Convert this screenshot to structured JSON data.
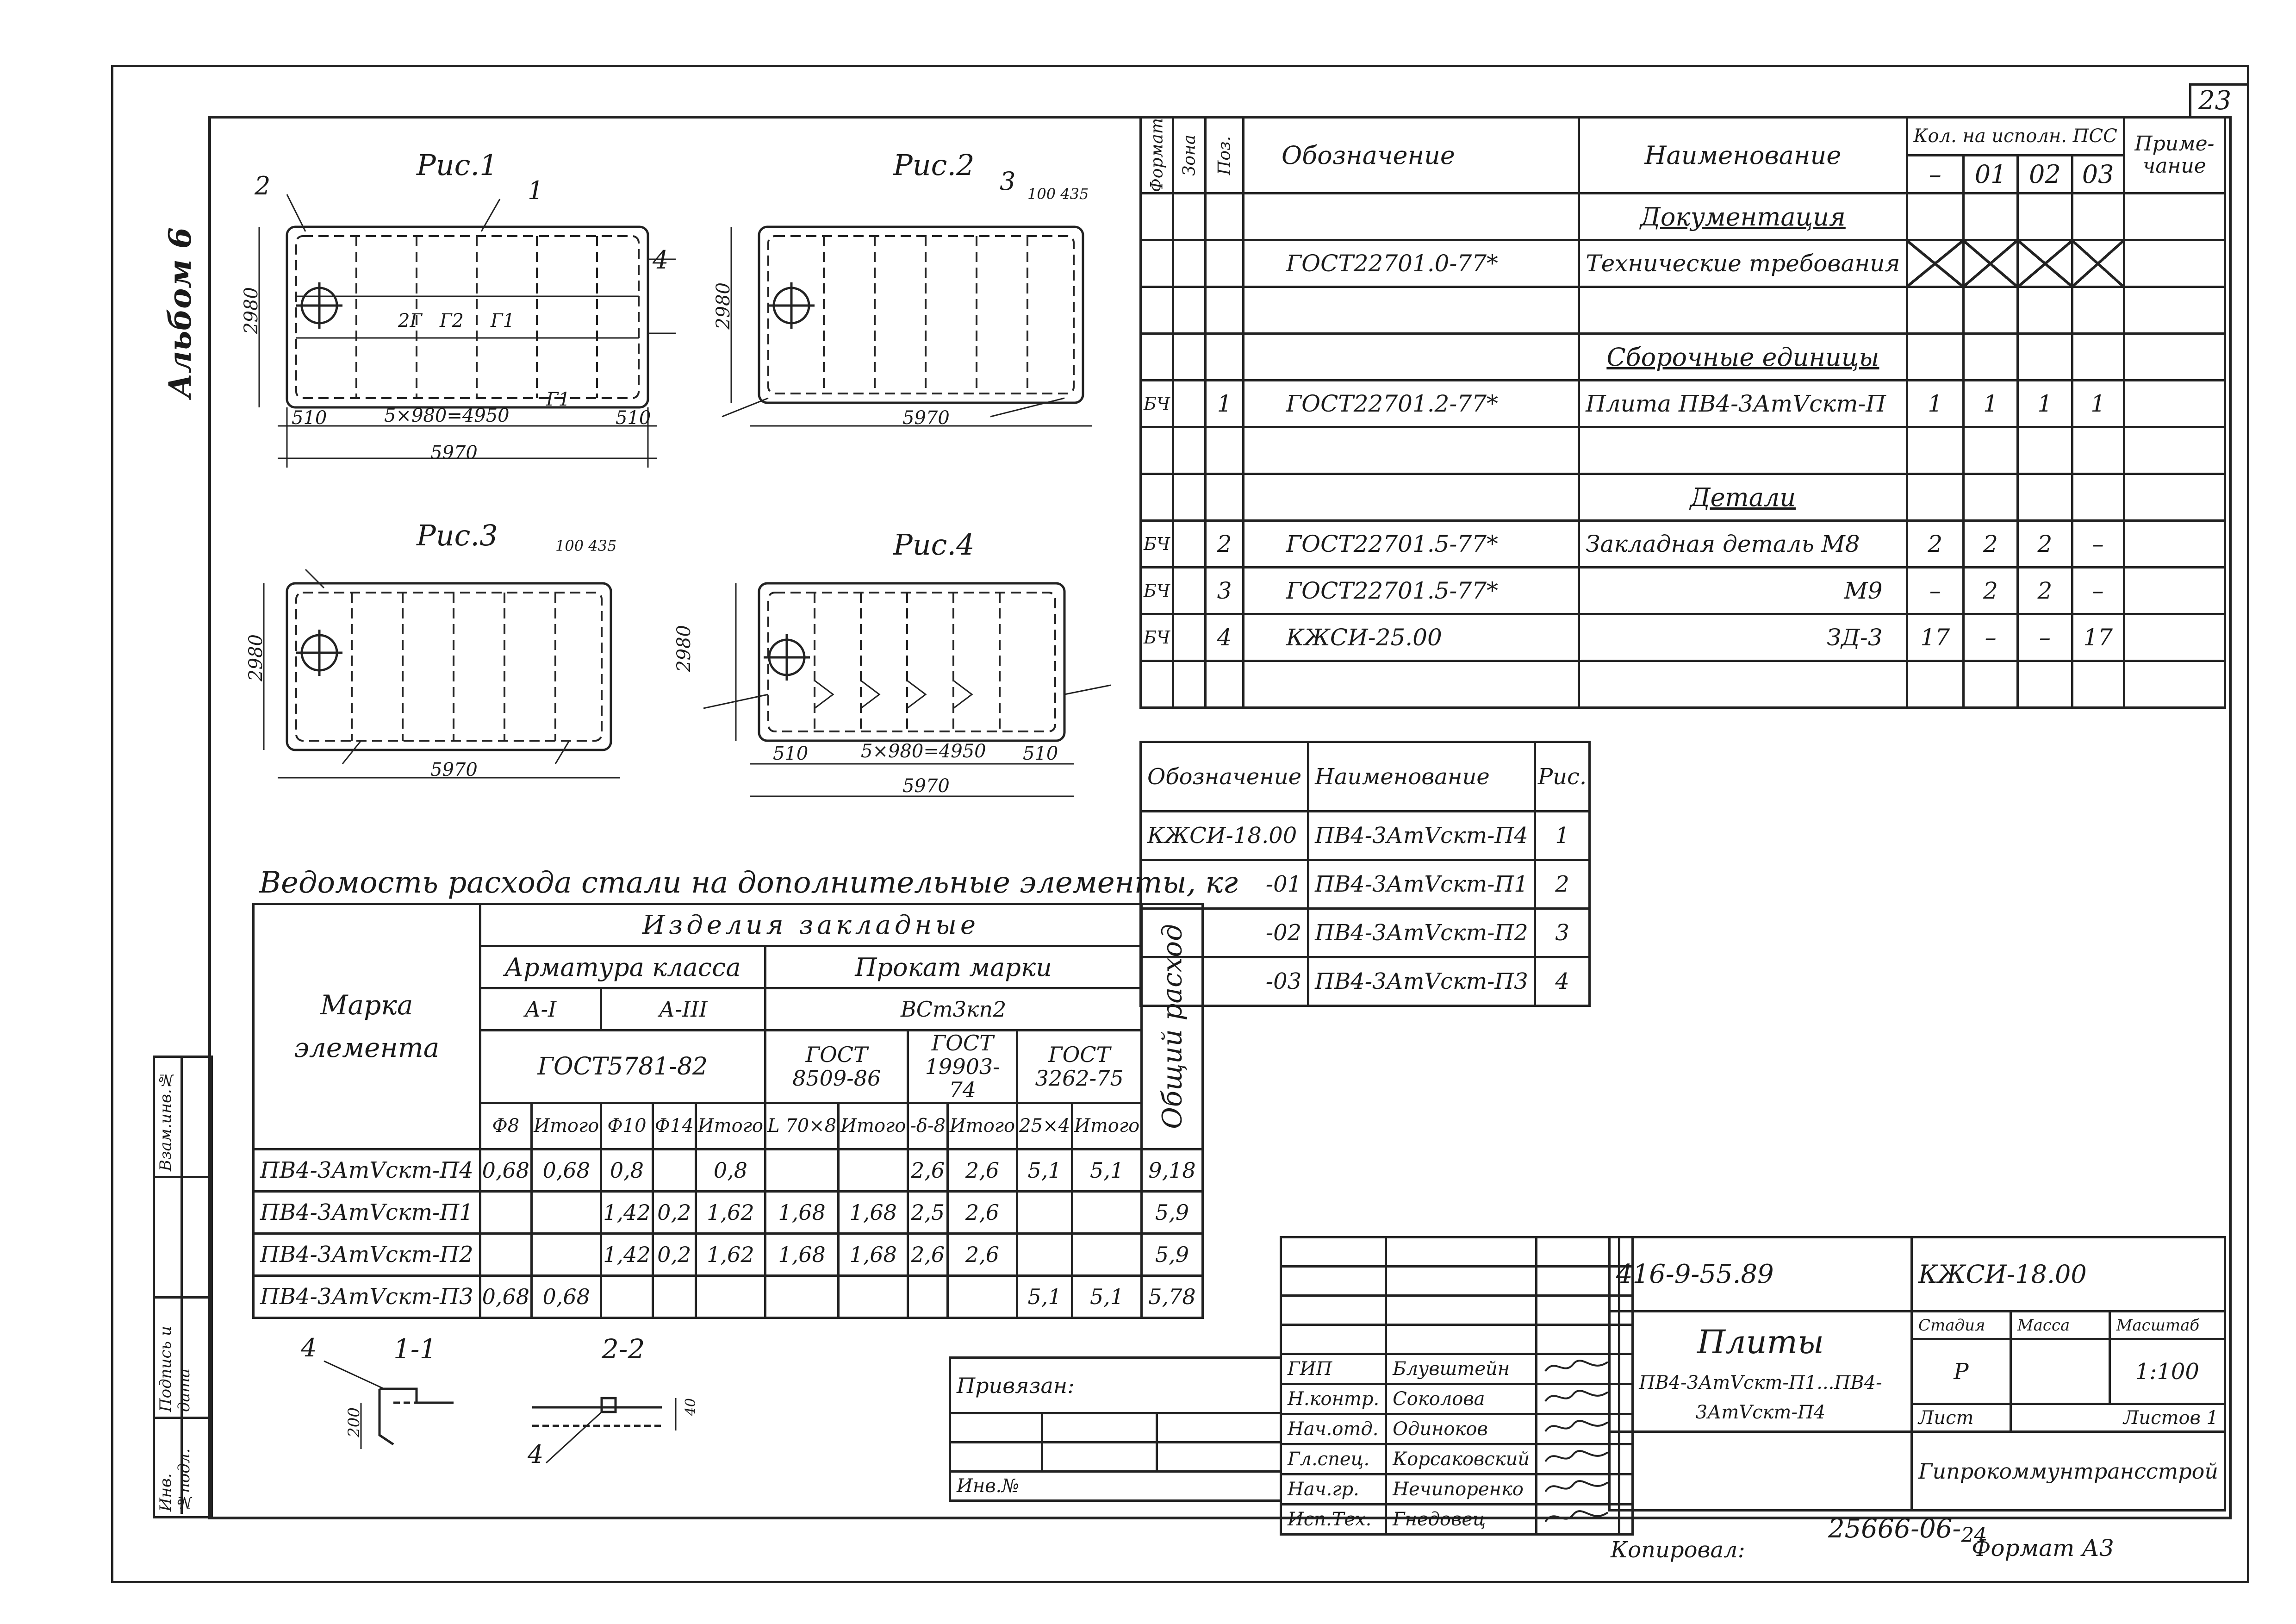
{
  "sheet": {
    "number": "23",
    "album": "Альбом 6",
    "copied": "Копировал:",
    "format": "Формат А3",
    "inv_code": "25666-06",
    "inv_sheet": "24"
  },
  "figures": {
    "fig1": {
      "title": "Рис.1",
      "height": "2980",
      "span": "5×980=4950",
      "left_edge": "510",
      "right_edge": "510",
      "total": "5970",
      "d1": "2Г",
      "d2": "Г2",
      "d3": "Г1",
      "d4": "Г1"
    },
    "fig2": {
      "title": "Рис.2",
      "height": "2980",
      "total": "5970",
      "top_dim": "100 435"
    },
    "fig3": {
      "title": "Рис.3",
      "height": "2980",
      "total": "5970",
      "top_dim": "100 435"
    },
    "fig4": {
      "title": "Рис.4",
      "height": "2980",
      "span": "5×980=4950",
      "left_edge": "510",
      "right_edge": "510",
      "total": "5970"
    },
    "callouts": [
      "1",
      "2",
      "3",
      "4"
    ]
  },
  "spec_table": {
    "headers": {
      "format": "Формат",
      "zone": "Зона",
      "pos": "Поз.",
      "designation": "Обозначение",
      "name": "Наименование",
      "qty": "Кол. на исполн. ПСС",
      "note": "Приме-чание"
    },
    "qty_cols": [
      "–",
      "01",
      "02",
      "03"
    ],
    "rows": [
      {
        "format": "",
        "pos": "",
        "designation": "",
        "name": "Документация",
        "underline": true,
        "q": [
          "",
          "",
          "",
          ""
        ]
      },
      {
        "format": "",
        "pos": "",
        "designation": "ГОСТ22701.0-77*",
        "name": "Технические требования",
        "cross": true,
        "q": [
          "",
          "",
          "",
          ""
        ]
      },
      {
        "format": "",
        "pos": "",
        "designation": "",
        "name": "",
        "q": [
          "",
          "",
          "",
          ""
        ]
      },
      {
        "format": "",
        "pos": "",
        "designation": "",
        "name": "Сборочные единицы",
        "underline": true,
        "q": [
          "",
          "",
          "",
          ""
        ]
      },
      {
        "format": "БЧ",
        "pos": "1",
        "designation": "ГОСТ22701.2-77*",
        "name": "Плита ПВ4-3АтⅤскт-П",
        "q": [
          "1",
          "1",
          "1",
          "1"
        ]
      },
      {
        "format": "",
        "pos": "",
        "designation": "",
        "name": "",
        "q": [
          "",
          "",
          "",
          ""
        ]
      },
      {
        "format": "",
        "pos": "",
        "designation": "",
        "name": "Детали",
        "underline": true,
        "q": [
          "",
          "",
          "",
          ""
        ]
      },
      {
        "format": "БЧ",
        "pos": "2",
        "designation": "ГОСТ22701.5-77*",
        "name": "Закладная деталь М8",
        "q": [
          "2",
          "2",
          "2",
          "–"
        ]
      },
      {
        "format": "БЧ",
        "pos": "3",
        "designation": "ГОСТ22701.5-77*",
        "name": "М9",
        "q": [
          "–",
          "2",
          "2",
          "–"
        ]
      },
      {
        "format": "БЧ",
        "pos": "4",
        "designation": "КЖСИ-25.00",
        "name": "ЗД-3",
        "q": [
          "17",
          "–",
          "–",
          "17"
        ]
      },
      {
        "format": "",
        "pos": "",
        "designation": "",
        "name": "",
        "q": [
          "",
          "",
          "",
          ""
        ]
      }
    ]
  },
  "ref_table": {
    "headers": [
      "Обозначение",
      "Наименование",
      "Рис."
    ],
    "rows": [
      [
        "КЖСИ-18.00",
        "ПВ4-3АтⅤскт-П4",
        "1"
      ],
      [
        "-01",
        "ПВ4-3АтⅤскт-П1",
        "2"
      ],
      [
        "-02",
        "ПВ4-3АтⅤскт-П2",
        "3"
      ],
      [
        "-03",
        "ПВ4-3АтⅤскт-П3",
        "4"
      ]
    ]
  },
  "steel_table": {
    "title": "Ведомость расхода стали на дополнительные элементы, кг",
    "mark_header": "Марка элемента",
    "products": "Изделия закладные",
    "rebar": "Арматура класса",
    "rolled": "Прокат марки",
    "a1": "А-I",
    "a3": "А-III",
    "vst": "ВСт3кп2",
    "gost_rebar": "ГОСТ5781-82",
    "gost1": "ГОСТ 8509-86",
    "gost2": "ГОСТ 19903-74",
    "gost3": "ГОСТ 3262-75",
    "total": "Общий расход",
    "cols": [
      "Ф8",
      "Итого",
      "Ф10",
      "Ф14",
      "Итого",
      "L 70×8",
      "Итого",
      "-δ-8",
      "Итого",
      "25×4",
      "Итого"
    ],
    "rows": [
      {
        "mark": "ПВ4-3АтⅤскт-П4",
        "v": [
          "0,68",
          "0,68",
          "0,8",
          "",
          "0,8",
          "",
          "",
          "2,6",
          "2,6",
          "5,1",
          "5,1"
        ],
        "total": "9,18"
      },
      {
        "mark": "ПВ4-3АтⅤскт-П1",
        "v": [
          "",
          "",
          "1,42",
          "0,2",
          "1,62",
          "1,68",
          "1,68",
          "2,5",
          "2,6",
          "",
          ""
        ],
        "total": "5,9"
      },
      {
        "mark": "ПВ4-3АтⅤскт-П2",
        "v": [
          "",
          "",
          "1,42",
          "0,2",
          "1,62",
          "1,68",
          "1,68",
          "2,6",
          "2,6",
          "",
          ""
        ],
        "total": "5,9"
      },
      {
        "mark": "ПВ4-3АтⅤскт-П3",
        "v": [
          "0,68",
          "0,68",
          "",
          "",
          "",
          "",
          "",
          "",
          "",
          "5,1",
          "5,1"
        ],
        "total": "5,78"
      }
    ]
  },
  "sections": {
    "s1": "1-1",
    "s2": "2-2",
    "dim1": "200",
    "dim2": "40"
  },
  "side_stamp": [
    "Инв.№подл.",
    "Подпись и дата",
    "Взам.инв.№"
  ],
  "title_block": {
    "doc_code": "416-9-55.89",
    "sheet_code": "КЖСИ-18.00",
    "attached": "Привязан:",
    "inv_no": "Инв.№",
    "title": "Плиты",
    "subtitle": "ПВ4-3АтⅤскт-П1...ПВ4-3АтⅤскт-П4",
    "stage_h": "Стадия",
    "mass_h": "Масса",
    "scale_h": "Масштаб",
    "stage": "Р",
    "scale": "1:100",
    "sheet_h": "Лист",
    "sheets_h": "Листов 1",
    "org": "Гипрокоммунтрансстрой",
    "people": [
      {
        "role": "ГИП",
        "name": "Блувштейн"
      },
      {
        "role": "Н.контр.",
        "name": "Соколова"
      },
      {
        "role": "Нач.отд.",
        "name": "Одиноков"
      },
      {
        "role": "Гл.спец.",
        "name": "Корсаковский"
      },
      {
        "role": "Нач.гр.",
        "name": "Нечипоренко"
      },
      {
        "role": "Исп.Тех.",
        "name": "Гнедовец"
      }
    ]
  }
}
